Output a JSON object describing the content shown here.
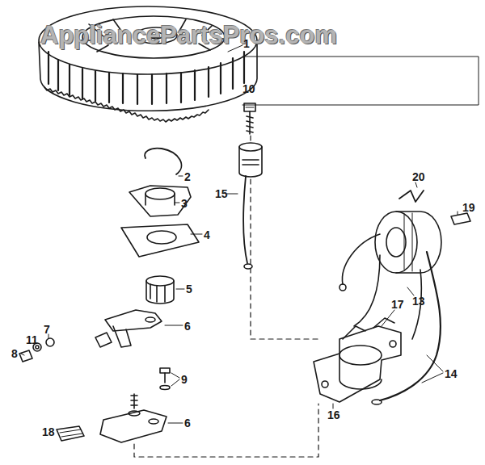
{
  "diagram": {
    "labels": [
      "AppliancePartsPros.com",
      "1",
      "2",
      "3",
      "4",
      "5",
      "6",
      "7",
      "8",
      "9",
      "10",
      "11",
      "6",
      "13",
      "14",
      "15",
      "16",
      "17",
      "18",
      "19",
      "20"
    ]
  }
}
